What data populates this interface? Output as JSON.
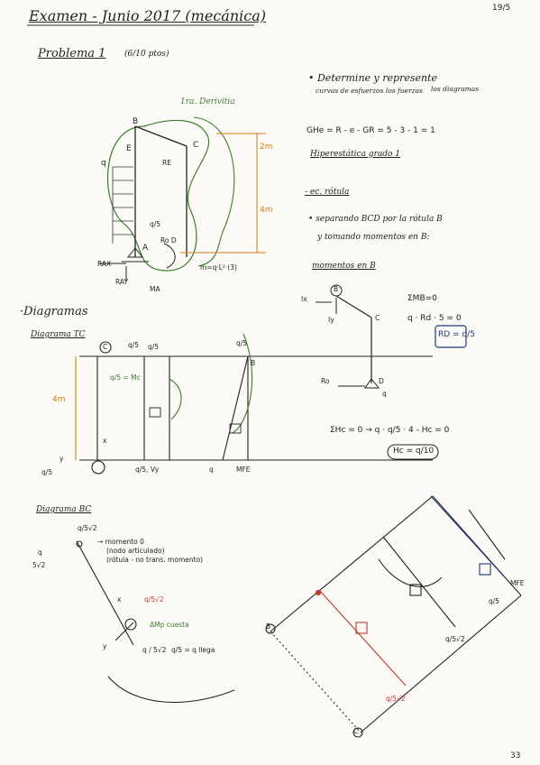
{
  "page": {
    "date": "19/5",
    "page_number": "33"
  },
  "header": {
    "title": "Examen - Junio 2017 (mecánica)",
    "problem": "Problema 1",
    "points": "(6/10 ptos)"
  },
  "structure_labels": {
    "left_label": "1ra. Derivitia",
    "B": "B",
    "C": "C",
    "E": "E",
    "A": "A",
    "D": "D",
    "q": "q",
    "RE": "RE",
    "RoD": "Ro D",
    "load_label": "q/5",
    "h1": "2m",
    "h2": "4m",
    "RAX": "RAX",
    "RAY": "RAY",
    "MA": "MA",
    "moment": "m=q·L²·(3)"
  },
  "right_notes": {
    "task": "• Determine y represente",
    "task_sub": "curvas de esfuerzos los fuerzas",
    "task_sub2": "los diagramas",
    "ghe_eq": "GHe = R - e - GR = 5 - 3 - 1 = 1",
    "hyper": "Hiperestática grado 1",
    "ec_rotula": "- ec. rótula",
    "separando": "• separando BCD por la rótula B",
    "tomando": "y tomando momentos en B:",
    "momentos_en_b": "momentos en B"
  },
  "bcd_sketch": {
    "Ix": "Ix",
    "Iy": "Iy",
    "B": "B",
    "C": "C",
    "D": "D",
    "Ro": "Ro",
    "q": "q",
    "sum_mb": "ΣMB=0",
    "eq1": "q · Rd · 5 = 0",
    "result": "RD = q/5",
    "eq2": "ΣHc = 0 → q · q/5 · 4 - Hc = 0",
    "result2": "Hc = q/10"
  },
  "diagrams": {
    "heading": "·Diagramas",
    "tramo": "Diagrama TC",
    "c_label": "C",
    "q5_1": "q/5",
    "q5_2": "q/5",
    "q5_3": "q/5",
    "x_label": "x",
    "y_label": "y",
    "side_load": "q/5",
    "mid_note": "q/5 = Mc",
    "bottom_1": "q/5, Vy",
    "bottom_2": "q",
    "bottom_3": "MFE",
    "len_4m": "4m",
    "b_mark": "B"
  },
  "diagram_bc": {
    "title": "Diagrama BC",
    "q_label": "q/5√2",
    "load_left": "q",
    "load_left_den": "5√2",
    "note1": "→ momento 0",
    "note2": "(nodo articulado)",
    "note3": "(rótula - no trans. momento)",
    "x": "x",
    "y": "y",
    "right_val": "q/5√2",
    "mid_text": "q/5",
    "q_llega": "q/5 = q llega",
    "frac": "q / 5√2",
    "ma_label": "ΔMp cuesta"
  },
  "rotated_diagram": {
    "B": "B",
    "C": "C",
    "val1": "q/5",
    "val2": "q/5√2",
    "val3": "q/5√2",
    "mfe": "MFE"
  }
}
